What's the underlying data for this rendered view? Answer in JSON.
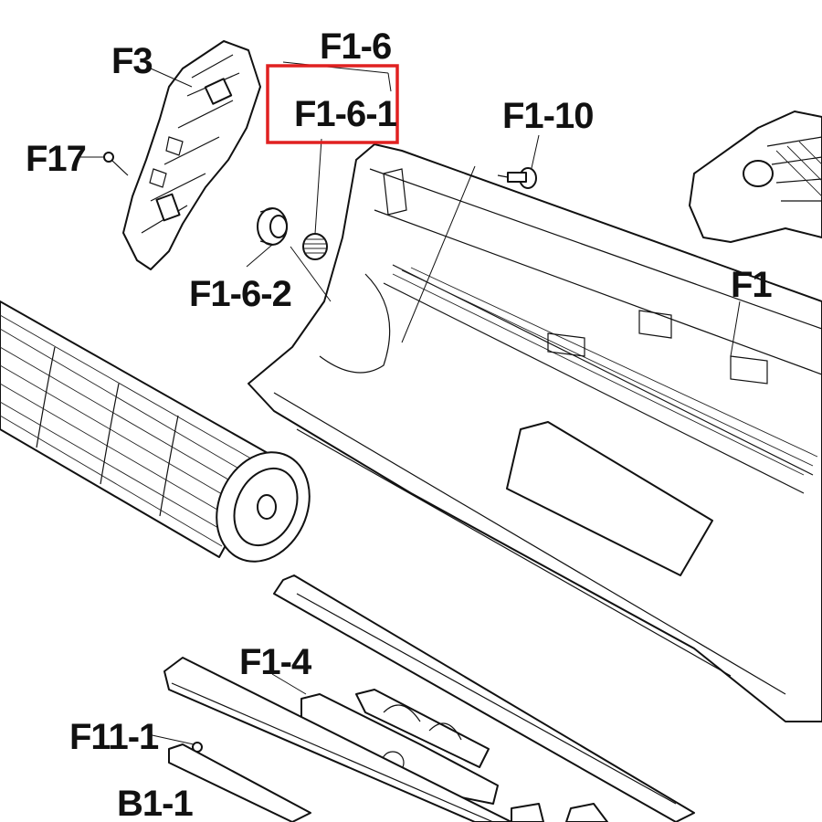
{
  "diagram": {
    "labels": {
      "f3": "F3",
      "f1_6": "F1-6",
      "f1_6_1": "F1-6-1",
      "f1_10": "F1-10",
      "f17": "F17",
      "f1_6_2": "F1-6-2",
      "f1": "F1",
      "f1_4": "F1-4",
      "f11_1": "F11-1",
      "b1_1": "B1-1"
    },
    "highlight": {
      "target": "F1-6-1",
      "color": "#e02020"
    },
    "line_color": "#111111"
  }
}
